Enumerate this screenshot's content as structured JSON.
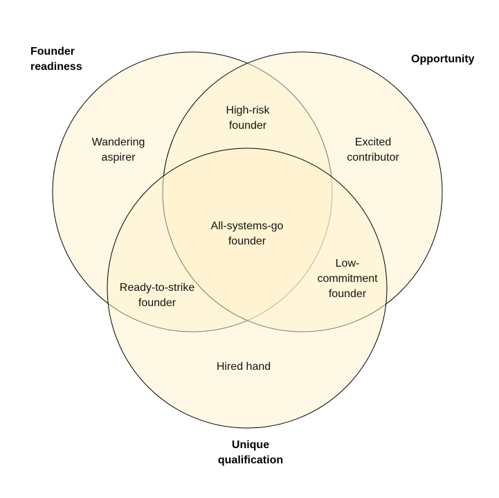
{
  "colors": {
    "circle_fill": "#fff2cc",
    "circle_stroke": "#000000",
    "text": "#111111"
  },
  "circles": {
    "founder_readiness": {
      "title": "Founder\nreadiness"
    },
    "opportunity": {
      "title": "Opportunity"
    },
    "unique_qualification": {
      "title": "Unique\nqualification"
    }
  },
  "regions": {
    "wandering_aspirer": "Wandering\naspirer",
    "high_risk_founder": "High-risk\nfounder",
    "excited_contributor": "Excited\ncontributor",
    "all_systems_go_founder": "All-systems-go\nfounder",
    "ready_to_strike_founder": "Ready-to-strike\nfounder",
    "low_commitment_founder": "Low-\ncommitment\nfounder",
    "hired_hand": "Hired hand"
  }
}
